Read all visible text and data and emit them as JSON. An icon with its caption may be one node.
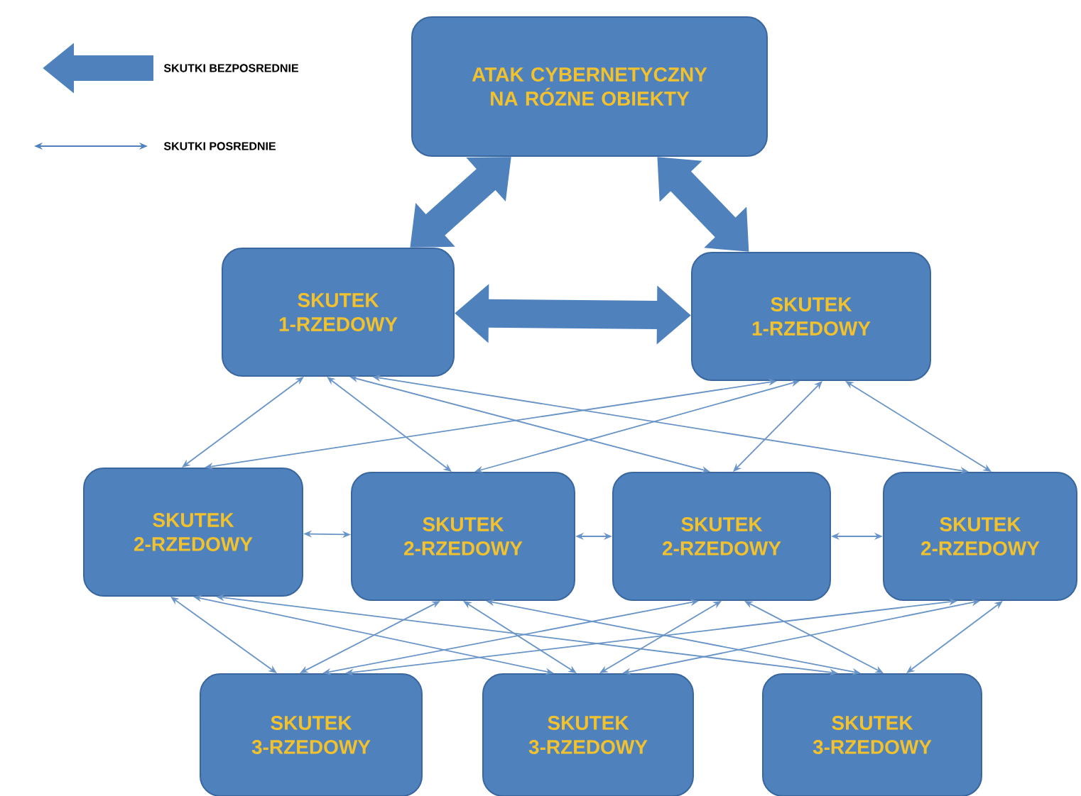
{
  "diagram": {
    "nodes": [
      {
        "text": [
          "ATAK CYBERNETYCZNY NA RÓZNE OBIEKTY"
        ]
      },
      {
        "text": [
          "SKUTEK 1-RZEDOWY"
        ]
      },
      {
        "text": [
          "SKUTEK 1-RZEDOWY"
        ]
      },
      {
        "text": [
          "SKUTEK 2-RZEDOWY"
        ]
      },
      {
        "text": [
          "SKUTEK 2-RZEDOWY"
        ]
      },
      {
        "text": [
          "SKUTEK 2-RZEDOWY"
        ]
      },
      {
        "text": [
          "SKUTEK 2-RZEDOWY"
        ]
      },
      {
        "text": [
          "SKUTEK 3-RZEDOWY"
        ]
      },
      {
        "text": [
          "SKUTEK 3-RZEDOWY"
        ]
      },
      {
        "text": [
          "SKUTEK 3-RZEDOWY"
        ]
      }
    ],
    "edges": [
      {
        "from": 0,
        "to": 1,
        "arrow": "both",
        "style": "thick"
      },
      {
        "from": 0,
        "to": 2,
        "arrow": "both",
        "style": "thick"
      },
      {
        "from": 1,
        "to": 2,
        "arrow": "both",
        "style": "thick"
      },
      {
        "from": 1,
        "to": 3,
        "arrow": "both"
      },
      {
        "from": 1,
        "to": 4,
        "arrow": "both"
      },
      {
        "from": 1,
        "to": 5,
        "arrow": "both"
      },
      {
        "from": 1,
        "to": 6,
        "arrow": "both"
      },
      {
        "from": 2,
        "to": 3,
        "arrow": "both"
      },
      {
        "from": 2,
        "to": 4,
        "arrow": "both"
      },
      {
        "from": 2,
        "to": 5,
        "arrow": "both"
      },
      {
        "from": 2,
        "to": 6,
        "arrow": "both"
      },
      {
        "from": 3,
        "to": 4,
        "arrow": "both"
      },
      {
        "from": 4,
        "to": 5,
        "arrow": "both"
      },
      {
        "from": 5,
        "to": 6,
        "arrow": "both"
      },
      {
        "from": 3,
        "to": 7,
        "arrow": "both"
      },
      {
        "from": 3,
        "to": 8,
        "arrow": "both"
      },
      {
        "from": 3,
        "to": 9,
        "arrow": "both"
      },
      {
        "from": 4,
        "to": 7,
        "arrow": "both"
      },
      {
        "from": 4,
        "to": 8,
        "arrow": "both"
      },
      {
        "from": 4,
        "to": 9,
        "arrow": "both"
      },
      {
        "from": 5,
        "to": 7,
        "arrow": "both"
      },
      {
        "from": 5,
        "to": 8,
        "arrow": "both"
      },
      {
        "from": 5,
        "to": 9,
        "arrow": "both"
      },
      {
        "from": 6,
        "to": 7,
        "arrow": "both"
      },
      {
        "from": 6,
        "to": 8,
        "arrow": "both"
      },
      {
        "from": 6,
        "to": 9,
        "arrow": "both"
      }
    ],
    "legend": [
      {
        "text": "SKUTKI BEZPOSREDNIE"
      },
      {
        "text": "SKUTKI POSREDNIE"
      }
    ]
  }
}
